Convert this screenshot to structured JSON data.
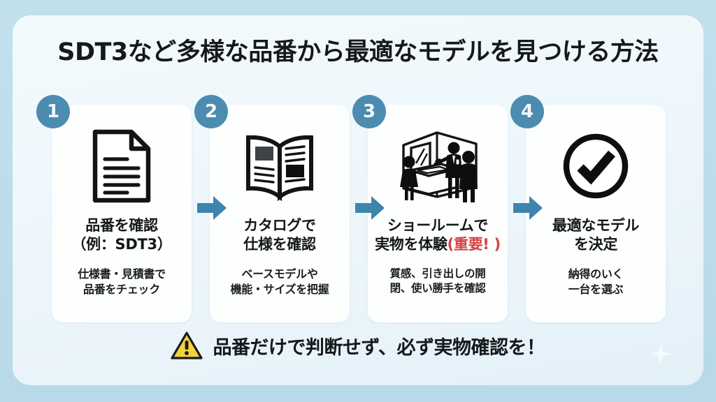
{
  "title": "SDT3など多様な品番から最適なモデルを見つける方法",
  "colors": {
    "outer_background": "#bfdfeb",
    "panel_background": "#eef7fb",
    "card_background": "#fdfefe",
    "badge_blue": "#4c8cb0",
    "arrow_blue": "#3d85ad",
    "emphasis_red": "#d6403f",
    "warning_yellow": "#f2ce3a",
    "text_dark": "#16181a"
  },
  "steps": [
    {
      "number": "1",
      "icon": "document-icon",
      "heading_lines": [
        "品番を確認",
        "（例：SDT3）"
      ],
      "sub_lines": [
        "仕様書・見積書で",
        "品番をチェック"
      ]
    },
    {
      "number": "2",
      "icon": "open-book-icon",
      "heading_lines": [
        "カタログで",
        "仕様を確認"
      ],
      "sub_lines": [
        "ベースモデルや",
        "機能・サイズを把握"
      ]
    },
    {
      "number": "3",
      "icon": "showroom-icon",
      "heading_lines": [
        "ショールームで",
        "実物を体験"
      ],
      "heading_emphasis": "(重要! )",
      "sub_lines": [
        "質感、引き出しの開",
        "閉、使い勝手を確認"
      ]
    },
    {
      "number": "4",
      "icon": "check-circle-icon",
      "heading_lines": [
        "最適なモデル",
        "を決定"
      ],
      "sub_lines": [
        "納得のいく",
        "一台を選ぶ"
      ]
    }
  ],
  "arrows": [
    "arrow-right-icon",
    "arrow-right-icon",
    "arrow-right-icon"
  ],
  "footer": {
    "icon": "warning-triangle-icon",
    "text": "品番だけで判断せず、必ず実物確認を！"
  }
}
